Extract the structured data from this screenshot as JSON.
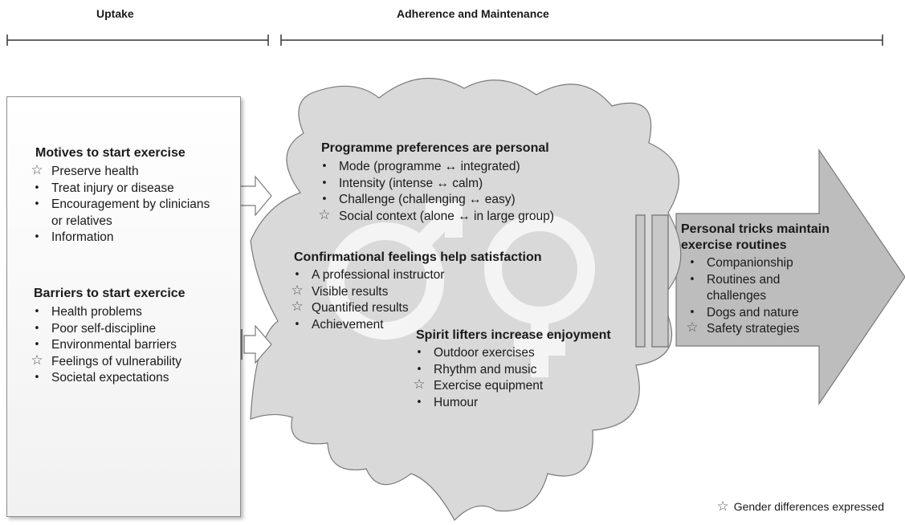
{
  "phases": {
    "uptake": "Uptake",
    "adherence": "Adherence and Maintenance"
  },
  "motives": {
    "title": "Motives to start exercise",
    "items": [
      {
        "text": "Preserve health",
        "marker": "star"
      },
      {
        "text": "Treat injury or disease",
        "marker": "bullet"
      },
      {
        "text": "Encouragement by clinicians or relatives",
        "marker": "bullet"
      },
      {
        "text": "Information",
        "marker": "bullet"
      }
    ]
  },
  "barriers": {
    "title": "Barriers to start exercice",
    "items": [
      {
        "text": "Health problems",
        "marker": "bullet"
      },
      {
        "text": "Poor self-discipline",
        "marker": "bullet"
      },
      {
        "text": "Environmental barriers",
        "marker": "bullet"
      },
      {
        "text": "Feelings of vulnerability",
        "marker": "star"
      },
      {
        "text": "Societal expectations",
        "marker": "bullet"
      }
    ]
  },
  "programme": {
    "title": "Programme preferences are personal",
    "items": [
      {
        "text": "Mode (programme ↔ integrated)",
        "marker": "bullet"
      },
      {
        "text": "Intensity (intense ↔ calm)",
        "marker": "bullet"
      },
      {
        "text": "Challenge (challenging ↔ easy)",
        "marker": "bullet"
      },
      {
        "text": "Social context (alone ↔ in large group)",
        "marker": "star"
      }
    ]
  },
  "confirmational": {
    "title": "Confirmational feelings help satisfaction",
    "items": [
      {
        "text": "A professional instructor",
        "marker": "bullet"
      },
      {
        "text": "Visible results",
        "marker": "star"
      },
      {
        "text": "Quantified results",
        "marker": "star"
      },
      {
        "text": "Achievement",
        "marker": "bullet"
      }
    ]
  },
  "spirit": {
    "title": "Spirit lifters increase enjoyment",
    "items": [
      {
        "text": "Outdoor exercises",
        "marker": "bullet"
      },
      {
        "text": "Rhythm and music",
        "marker": "bullet"
      },
      {
        "text": "Exercise equipment",
        "marker": "star"
      },
      {
        "text": "Humour",
        "marker": "bullet"
      }
    ]
  },
  "tricks": {
    "title": "Personal tricks maintain exercise routines",
    "items": [
      {
        "text": "Companionship",
        "marker": "bullet"
      },
      {
        "text": "Routines and challenges",
        "marker": "bullet"
      },
      {
        "text": "Dogs and nature",
        "marker": "bullet"
      },
      {
        "text": "Safety strategies",
        "marker": "star"
      }
    ]
  },
  "legend": {
    "text": "Gender differences expressed",
    "marker": "star"
  },
  "colors": {
    "burst_fill": "#d9d9d9",
    "arrow_fill": "#bdbdbd",
    "outline": "#7a7a7a",
    "symbol": "#f7f7f7"
  }
}
